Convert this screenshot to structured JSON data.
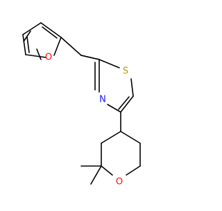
{
  "molecule": {
    "atoms": {
      "furan_oxygen": "O",
      "thiazole_sulfur": "S",
      "thiazole_nitrogen": "N",
      "oxane_oxygen": "O"
    },
    "colors": {
      "bond": "#000000",
      "oxygen": "#ff0d0d",
      "sulfur": "#b2a100",
      "nitrogen": "#1a1aff"
    }
  }
}
